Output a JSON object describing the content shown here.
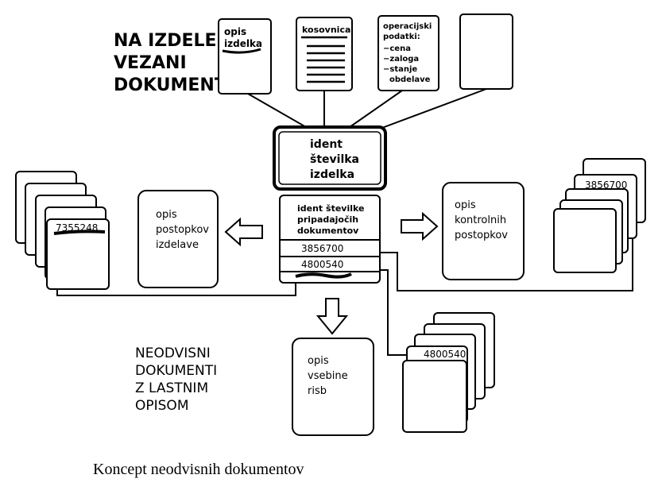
{
  "header_group": {
    "lines": [
      "NA IZDELEK",
      "VEZANI",
      "DOKUMENTI"
    ]
  },
  "top_docs": [
    {
      "lines": [
        "opis",
        "izdelka"
      ]
    },
    {
      "lines": [
        "kosovnica"
      ]
    },
    {
      "lines": [
        "operacijski",
        "podatki:",
        "−cena",
        "−zaloga",
        "−stanje",
        "obdelave"
      ]
    },
    {
      "lines": []
    }
  ],
  "ident_box": {
    "lines": [
      "ident",
      "številka",
      "izdelka"
    ]
  },
  "related": {
    "header_lines": [
      "ident številke",
      "pripadajočih",
      "dokumentov"
    ],
    "rows": [
      "3856700",
      "4800540",
      ""
    ]
  },
  "left_box": {
    "lines": [
      "opis",
      "postopkov",
      "izdelave"
    ],
    "stack_label": "7355248"
  },
  "right_box": {
    "lines": [
      "opis",
      "kontrolnih",
      "postopkov"
    ],
    "stack_label": "3856700"
  },
  "bottom_box": {
    "lines": [
      "opis",
      "vsebine",
      "risb"
    ],
    "stack_label": "4800540"
  },
  "independent_group": {
    "lines": [
      "NEODVISNI",
      "DOKUMENTI",
      "Z LASTNIM",
      "OPISOM"
    ]
  },
  "caption": "Koncept neodvisnih dokumentov",
  "colors": {
    "ink": "#000000",
    "paper": "#ffffff"
  }
}
